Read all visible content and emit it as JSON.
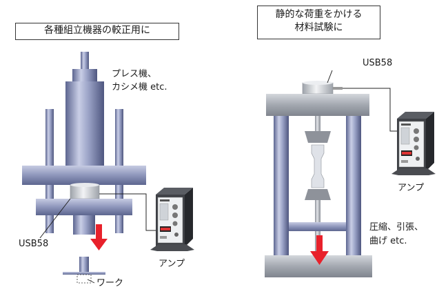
{
  "left": {
    "title": "各種組立機器の較正用に",
    "machine_line1": "プレス機、",
    "machine_line2": "カシメ機 etc.",
    "sensor": "USB58",
    "amp": "アンプ",
    "work": "ワーク"
  },
  "right": {
    "title_line1": "静的な荷重をかける",
    "title_line2": "材料試験に",
    "sensor": "USB58",
    "amp": "アンプ",
    "tests_line1": "圧縮、引張、",
    "tests_line2": "曲げ etc."
  },
  "colors": {
    "steel": "#8a93b8",
    "frame": "#a9adb4",
    "arrow": "#e8212b",
    "amp_body": "#4b4d52"
  }
}
